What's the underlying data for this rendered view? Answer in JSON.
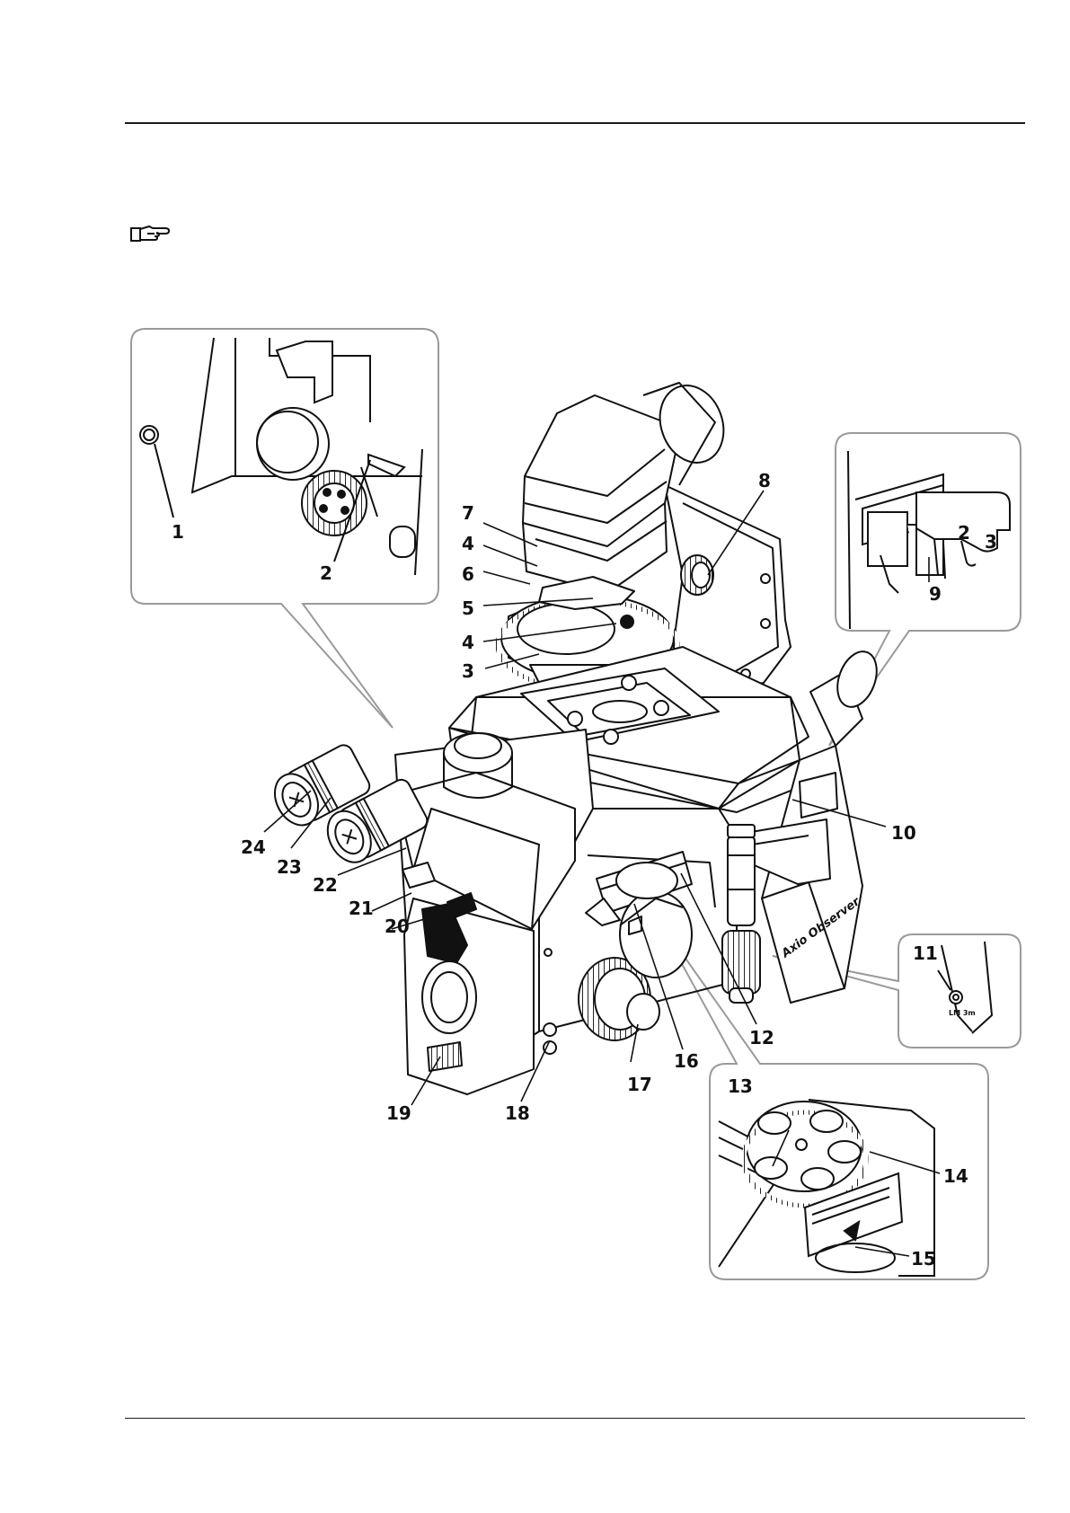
{
  "page": {
    "pointer_icon": "pointing-hand-icon"
  },
  "figure": {
    "brand_label": "Axio Observer",
    "inset_11_caption": "LM 3m",
    "inset_9_slot_labels": [
      "2",
      "3"
    ],
    "callouts": [
      "1",
      "2",
      "3",
      "4",
      "4",
      "5",
      "6",
      "7",
      "8",
      "9",
      "10",
      "11",
      "12",
      "13",
      "14",
      "15",
      "16",
      "17",
      "18",
      "19",
      "20",
      "21",
      "22",
      "23",
      "24"
    ]
  }
}
